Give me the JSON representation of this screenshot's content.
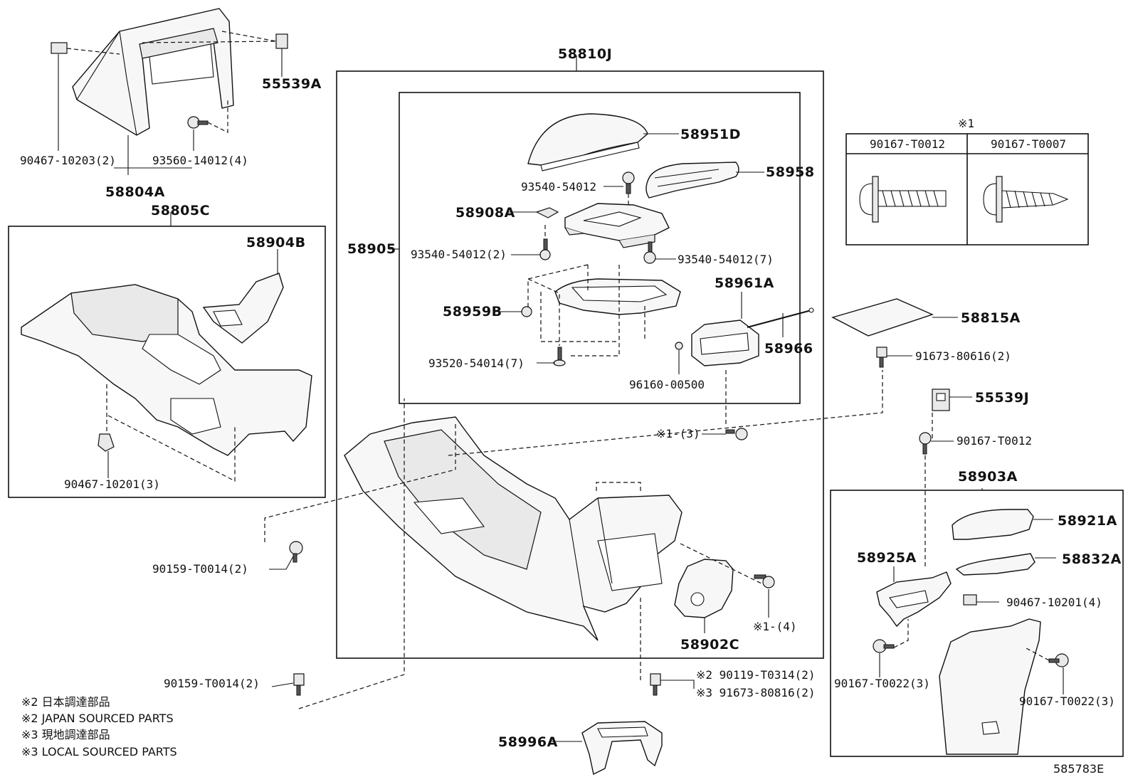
{
  "labels": {
    "p90467_10203": "90467-10203(2)",
    "p93560_14012": "93560-14012(4)",
    "p58804A": "58804A",
    "p55539A": "55539A",
    "p58805C": "58805C",
    "p58904B": "58904B",
    "p90467_10201_3a": "90467-10201(3)",
    "p58810J": "58810J",
    "p58951D": "58951D",
    "p58958": "58958",
    "p93540_54012": "93540-54012",
    "p58908A": "58908A",
    "p58905": "58905",
    "p93540_54012_2": "93540-54012(2)",
    "p93540_54012_7": "93540-54012(7)",
    "p58961A": "58961A",
    "p58959B": "58959B",
    "p58966": "58966",
    "p93520_54014_7": "93520-54014(7)",
    "p96160_00500": "96160-00500",
    "note1_3": "※1-(3)",
    "note1_4": "※1-(4)",
    "p58902C": "58902C",
    "p90159_T0014_a": "90159-T0014(2)",
    "p90159_T0014_b": "90159-T0014(2)",
    "p90119_T0314": "※2 90119-T0314(2)",
    "p91673_80816": "※3 91673-80816(2)",
    "p58996A": "58996A",
    "p58815A": "58815A",
    "p91673_80616": "91673-80616(2)",
    "p55539J": "55539J",
    "p90167_T0012": "90167-T0012",
    "p58903A": "58903A",
    "p58921A": "58921A",
    "p58925A": "58925A",
    "p58832A": "58832A",
    "p90467_10201_4": "90467-10201(4)",
    "p90167_T0022_a": "90167-T0022(3)",
    "p90167_T0022_b": "90167-T0022(3)"
  },
  "legend_table": {
    "marker": "※1",
    "col1": "90167-T0012",
    "col2": "90167-T0007"
  },
  "notes": [
    "※2 日本調達部品",
    "※2 JAPAN SOURCED PARTS",
    "※3 現地調達部品",
    "※3 LOCAL SOURCED PARTS"
  ],
  "figure_id": "585783E"
}
